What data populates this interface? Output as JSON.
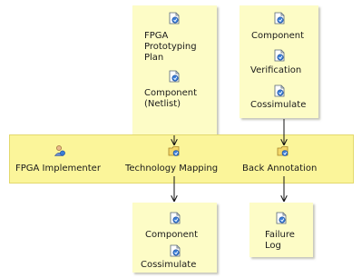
{
  "inputs_left": {
    "items": [
      {
        "label": "FPGA\nPrototyping\nPlan",
        "icon": "work-product-icon"
      },
      {
        "label": "Component\n(Netlist)",
        "icon": "work-product-icon"
      }
    ]
  },
  "inputs_right": {
    "items": [
      {
        "label": "Component",
        "icon": "work-product-icon"
      },
      {
        "label": "Verification",
        "icon": "work-product-icon"
      },
      {
        "label": "Cossimulate",
        "icon": "work-product-icon"
      }
    ]
  },
  "lane": {
    "role": {
      "label": "FPGA Implementer",
      "icon": "role-person-icon"
    },
    "tasks": [
      {
        "label": "Technology Mapping",
        "icon": "task-folder-icon"
      },
      {
        "label": "Back Annotation",
        "icon": "task-folder-icon"
      }
    ]
  },
  "outputs_left": {
    "items": [
      {
        "label": "Component",
        "icon": "work-product-icon"
      },
      {
        "label": "Cossimulate",
        "icon": "work-product-icon"
      }
    ]
  },
  "outputs_right": {
    "items": [
      {
        "label": "Failure\nLog",
        "icon": "work-product-icon"
      }
    ]
  }
}
